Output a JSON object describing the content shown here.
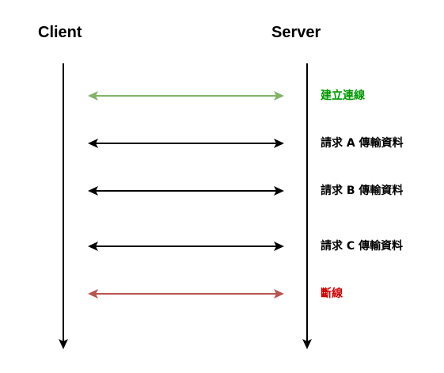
{
  "participants": {
    "client": "Client",
    "server": "Server"
  },
  "messages": [
    {
      "label": "建立連線",
      "color": "#82b366",
      "label_color": "#009900"
    },
    {
      "label": "請求 A 傳輸資料",
      "color": "#000000",
      "label_color": "#000000"
    },
    {
      "label": "請求 B 傳輸資料",
      "color": "#000000",
      "label_color": "#000000"
    },
    {
      "label": "請求 C 傳輸資料",
      "color": "#000000",
      "label_color": "#000000"
    },
    {
      "label": "斷線",
      "color": "#b85450",
      "label_color": "#cc0000"
    }
  ]
}
